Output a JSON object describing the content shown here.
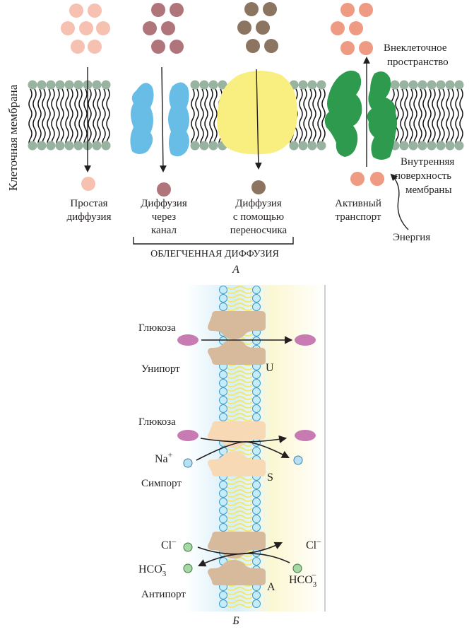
{
  "panel_a": {
    "side_label": "Клеточная мембрана",
    "outside_label_line1": "Внеклеточное",
    "outside_label_line2": "пространство",
    "inside_label_line1": "Внутренняя",
    "inside_label_line2": "поверхность",
    "inside_label_line3": "мембраны",
    "energy_label": "Энергия",
    "simple": {
      "line1": "Простая",
      "line2": "диффузия",
      "color": "#f6c1b0"
    },
    "channel": {
      "line1": "Диффузия",
      "line2": "через",
      "line3": "канал",
      "color": "#b0757a"
    },
    "carrier": {
      "line1": "Диффузия",
      "line2": "с помощью",
      "line3": "переносчика",
      "color": "#8c7560"
    },
    "active": {
      "line1": "Активный",
      "line2": "транспорт",
      "color": "#ef9a82"
    },
    "bracket_label": "ОБЛЕГЧЕННАЯ ДИФФУЗИЯ",
    "panel_letter": "А",
    "colors": {
      "head": "#98b3a0",
      "channel": "#67bde6",
      "carrier": "#f8ef80",
      "pump": "#2e9a4e"
    }
  },
  "panel_b": {
    "uniport": {
      "substrate": "Глюкоза",
      "name": "Унипорт",
      "letter": "U"
    },
    "symport": {
      "substrate": "Глюкоза",
      "ion": "Na",
      "ion_charge": "+",
      "name": "Симпорт",
      "letter": "S"
    },
    "antiport": {
      "ion1": "Cl",
      "ion1_charge": "–",
      "ion2": "HCO",
      "ion2_sub": "3",
      "ion2_charge": "–",
      "name": "Антипорт",
      "letter": "A"
    },
    "panel_letter": "Б",
    "colors": {
      "glucose": "#c77bb2",
      "sodium": "#b8e0f2",
      "anion": "#a8d7a6",
      "protein_u": "#d7b99b",
      "protein_s": "#f8d9b6",
      "lipid_head": "#c6ecf7",
      "lipid_tail": "#f2e868"
    }
  }
}
